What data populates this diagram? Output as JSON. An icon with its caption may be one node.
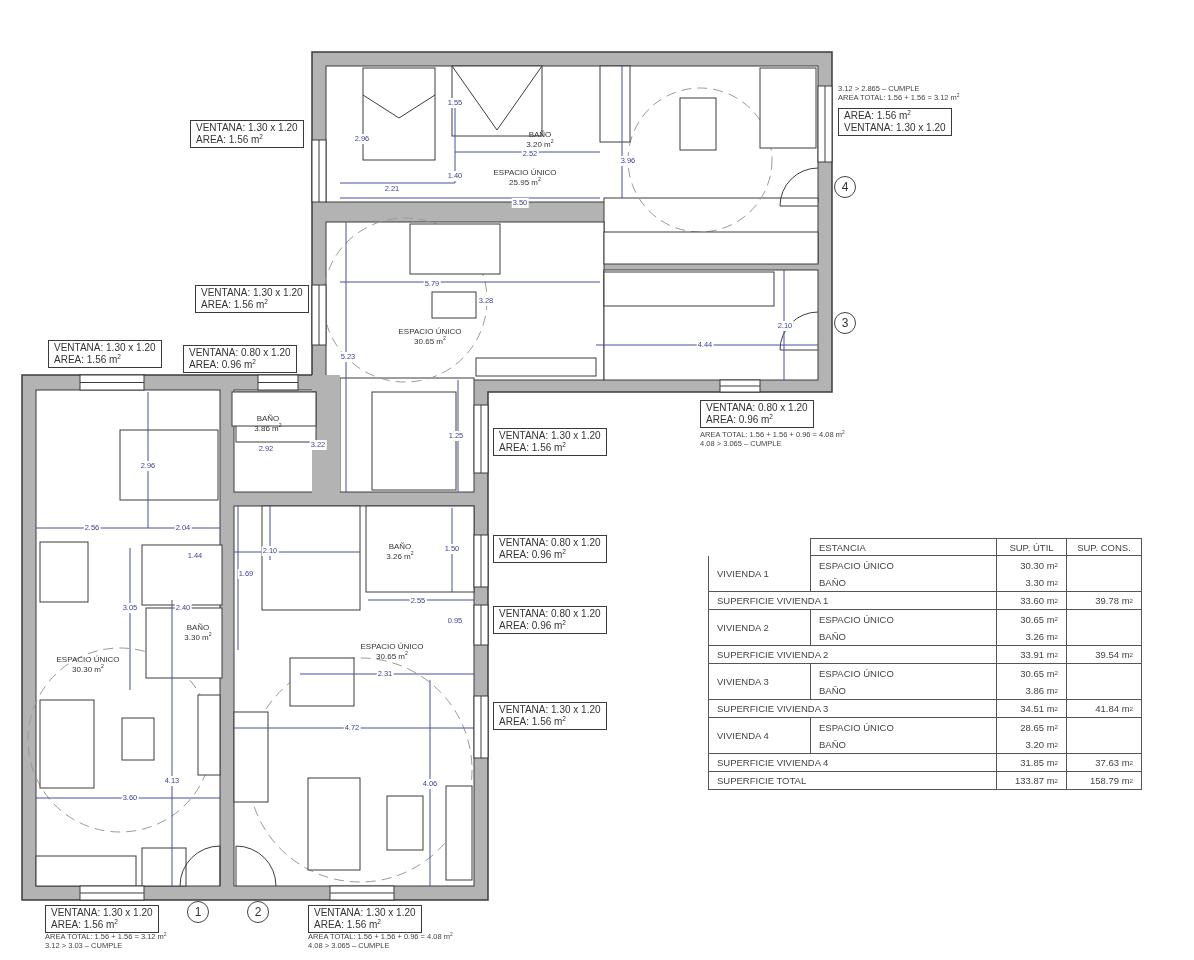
{
  "diagram": {
    "nodes": [
      {
        "text": [
          "VENTANA: 1.30 x 1.20",
          "AREA: 1.56 m$^{2}$"
        ]
      },
      {
        "text": [
          "AREA: 1.56 m$^{2}$",
          "VENTANA: 1.30 x 1.20"
        ],
        "beside": [
          "3.12 > 2.865 – CUMPLE",
          "AREA TOTAL: 1.56 + 1.56 = 3.12 m$^{2}$"
        ]
      },
      {
        "text": [
          "4"
        ]
      },
      {
        "text": [
          "VENTANA: 1.30 x 1.20",
          "AREA: 1.56 m$^{2}$"
        ]
      },
      {
        "text": [
          "3"
        ]
      },
      {
        "text": [
          "VENTANA: 1.30 x 1.20",
          "AREA: 1.56 m$^{2}$"
        ]
      },
      {
        "text": [
          "VENTANA: 0.80 x 1.20",
          "AREA: 0.96 m$^{2}$"
        ]
      },
      {
        "text": [
          "VENTANA: 0.80 x 1.20",
          "AREA: 0.96 m$^{2}$"
        ],
        "beside": [
          "AREA TOTAL: 1.56 + 1.56 + 0.96 = 4.08 m$^{2}$",
          "4.08 > 3.065 – CUMPLE"
        ]
      },
      {
        "text": [
          "VENTANA: 1.30 x 1.20",
          "AREA: 1.56 m$^{2}$"
        ]
      },
      {
        "text": [
          "VENTANA: 0.80 x 1.20",
          "AREA: 0.96 m$^{2}$"
        ]
      },
      {
        "text": [
          "VENTANA: 0.80 x 1.20",
          "AREA: 0.96 m$^{2}$"
        ]
      },
      {
        "text": [
          "VENTANA: 1.30 x 1.20",
          "AREA: 1.56 m$^{2}$"
        ]
      },
      {
        "text": [
          "1"
        ]
      },
      {
        "text": [
          "2"
        ]
      },
      {
        "text": [
          "VENTANA: 1.30 x 1.20",
          "AREA: 1.56 m$^{2}$"
        ],
        "beside": [
          "AREA TOTAL: 1.56 + 1.56 = 3.12 m$^{2}$",
          "3.12 > 3.03 – CUMPLE"
        ]
      },
      {
        "text": [
          "VENTANA: 1.30 x 1.20",
          "AREA: 1.56 m$^{2}$"
        ],
        "beside": [
          "AREA TOTAL: 1.56 + 1.56 + 0.96 = 4.08 m$^{2}$",
          "4.08 > 3.065 – CUMPLE"
        ]
      }
    ],
    "labels": [
      "1.55",
      "BAÑO",
      "3.20 m$^{2}$",
      "2.96",
      "2.52",
      "3.96",
      "ESPACIO ÚNICO",
      "25.95 m$^{2}$",
      "1.40",
      "2.21",
      "3.50",
      "5.79",
      "3.28",
      "ESPACIO ÚNICO",
      "30.65 m$^{2}$",
      "2.10",
      "4.44",
      "5.23",
      "BAÑO",
      "3.86 m$^{2}$",
      "3.22",
      "1.25",
      "2.92",
      "2.96",
      "2.56",
      "2.04",
      "BAÑO",
      "3.26 m$^{2}$",
      "2.10",
      "1.50",
      "1.44",
      "1.69",
      "2.55",
      "3.05",
      "2.40",
      "0.95",
      "BAÑO",
      "3.30 m$^{2}$",
      "ESPACIO ÚNICO",
      "30.65 m$^{2}$",
      "ESPACIO ÚNICO",
      "30.30 m$^{2}$",
      "2.31",
      "4.72",
      "4.13",
      "4.06",
      "3.60",
      "ESTANCIA",
      "SUP. ÚTIL",
      "SUP. CONS.",
      "VIVIENDA 1",
      "ESPACIO ÚNICO",
      "30.30 m$^{2}$",
      "BAÑO",
      "3.30 m$^{2}$",
      "SUPERFICIE VIVIENDA 1",
      "33.60 m$^{2}$",
      "39.78 m$^{2}$",
      "VIVIENDA 2",
      "ESPACIO ÚNICO",
      "30.65 m$^{2}$",
      "BAÑO",
      "3.26 m$^{2}$",
      "SUPERFICIE VIVIENDA 2",
      "33.91 m$^{2}$",
      "39.54 m$^{2}$",
      "VIVIENDA 3",
      "ESPACIO ÚNICO",
      "30.65 m$^{2}$",
      "BAÑO",
      "3.86 m$^{2}$",
      "SUPERFICIE VIVIENDA 3",
      "34.51 m$^{2}$",
      "41.84 m$^{2}$",
      "VIVIENDA 4",
      "ESPACIO ÚNICO",
      "28.65 m$^{2}$",
      "BAÑO",
      "3.20 m$^{2}$",
      "SUPERFICIE VIVIENDA 4",
      "31.85 m$^{2}$",
      "37.63 m$^{2}$",
      "SUPERFICIE TOTAL",
      "133.87 m$^{2}$",
      "158.79 m$^{2}$"
    ]
  }
}
